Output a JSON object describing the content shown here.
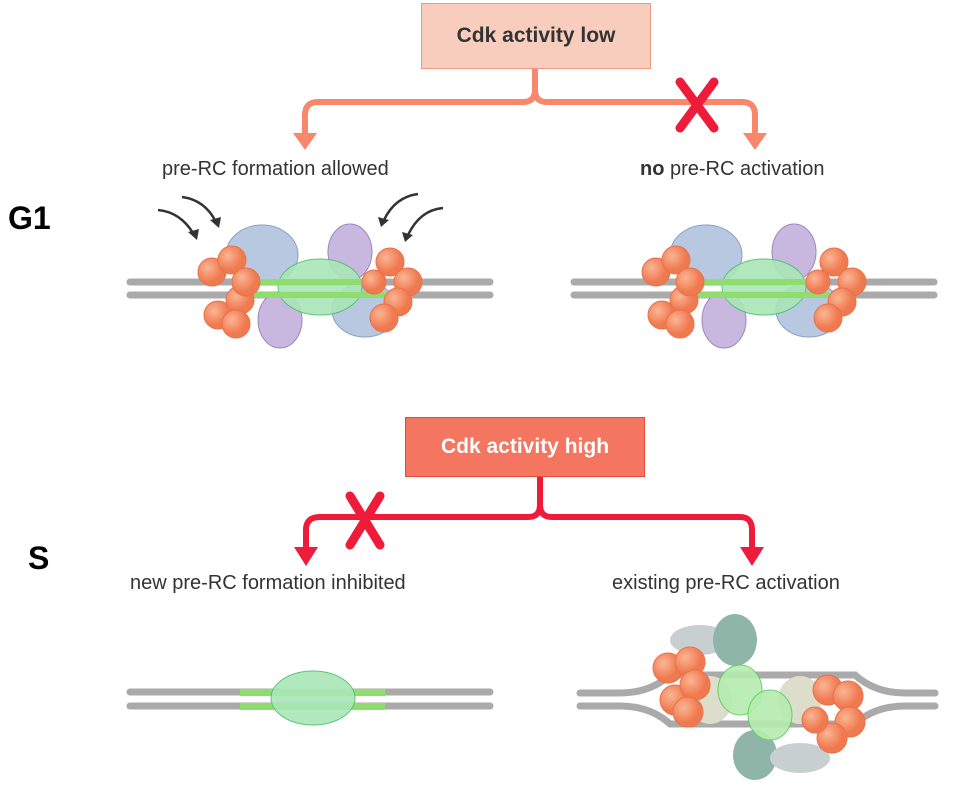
{
  "phases": {
    "g1": "G1",
    "s": "S"
  },
  "g1": {
    "box": "Cdk activity low",
    "left_label": "pre-RC formation allowed",
    "right_label_bold": "no",
    "right_label_rest": " pre-RC activation"
  },
  "s": {
    "box": "Cdk activity high",
    "left_label": "new pre-RC formation inhibited",
    "right_label": "existing pre-RC activation"
  },
  "colors": {
    "low_arrow": "#f8876b",
    "high_arrow": "#ee1c3a",
    "mcm": "#f48a60",
    "green": "#8fdc8f"
  }
}
